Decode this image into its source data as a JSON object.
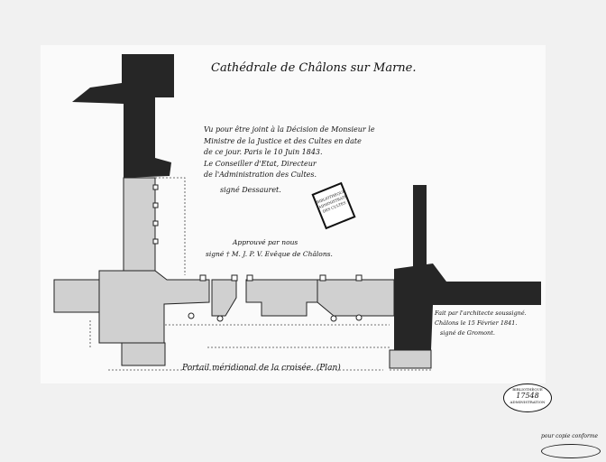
{
  "title": "Cathédrale de Châlons sur Marne.",
  "approval_note": {
    "lines": [
      "Vu pour être joint à la Décision de Monsieur le",
      "Ministre de la Justice et des Cultes en date",
      "de ce jour. Paris le 10 Juin 1843.",
      "Le Conseiller d'Etat, Directeur",
      "de l'Administration des Cultes."
    ],
    "signed": "signé Dessauret."
  },
  "bishop_note": {
    "lines": [
      "Approuvé par nous",
      "signé † M. J. P. V. Evêque de Châlons."
    ]
  },
  "architect_note": {
    "lines": [
      "Fait par l'architecte soussigné.",
      "Châlons le 15 Février 1841.",
      "signé de Gromont."
    ]
  },
  "caption": "Portail méridional de la croisée. (Plan)",
  "stamp_rect": "BIBLIOTHÈQUE ADMINISTRATION DES CULTES",
  "stamp_oval": {
    "top": "BIBLIOTHÈQUE",
    "number": "17548",
    "bottom": "ADMINISTRATION"
  },
  "copy_note": "pour copie conforme",
  "colors": {
    "dark": "#2a2a2a",
    "light": "#cfcfcf",
    "paper": "#fafafa"
  }
}
